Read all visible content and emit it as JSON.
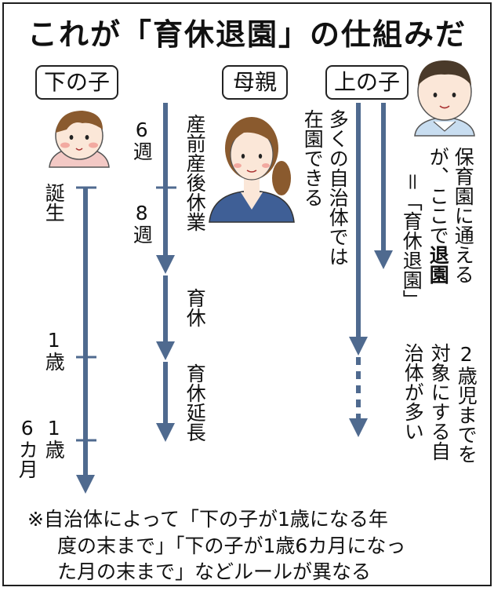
{
  "title": "これが「育休退園」の仕組みだ",
  "headers": {
    "younger": "下の子",
    "mother": "母親",
    "elder": "上の子"
  },
  "younger": {
    "birth": "誕生",
    "one_year": "1歳",
    "one_year_six": "1歳",
    "six_months": "6カ月"
  },
  "mother": {
    "weeks6": "6週",
    "weeks8": "8週",
    "maternity": "産前産後休業",
    "childcare": "育休",
    "extension": "育休延長"
  },
  "elder": {
    "many_cities_a": "多くの自治体では",
    "many_cities_b": "在園できる",
    "nursery_a": "保育園に通える",
    "nursery_b_pre": "が、ここで",
    "nursery_b_bold": "退園",
    "nursery_c": "＝「育休退園」",
    "age2_a": "2歳児までを",
    "age2_b": "対象にする自",
    "age2_c": "治体が多い"
  },
  "note": {
    "line1": "※自治体によって「下の子が1歳になる年",
    "line2": "度の末まで」「下の子が1歳6カ月になっ",
    "line3": "た月の末まで」などルールが異なる"
  },
  "colors": {
    "arrow": "#4f6a8f",
    "skin": "#fbe7d8",
    "hair_brown": "#8a5a2e",
    "shirt_pink": "#f3c9c5",
    "shirt_blue": "#c8ddf0",
    "mother_top": "#3f5f96",
    "cheek": "#f2a9a0"
  }
}
